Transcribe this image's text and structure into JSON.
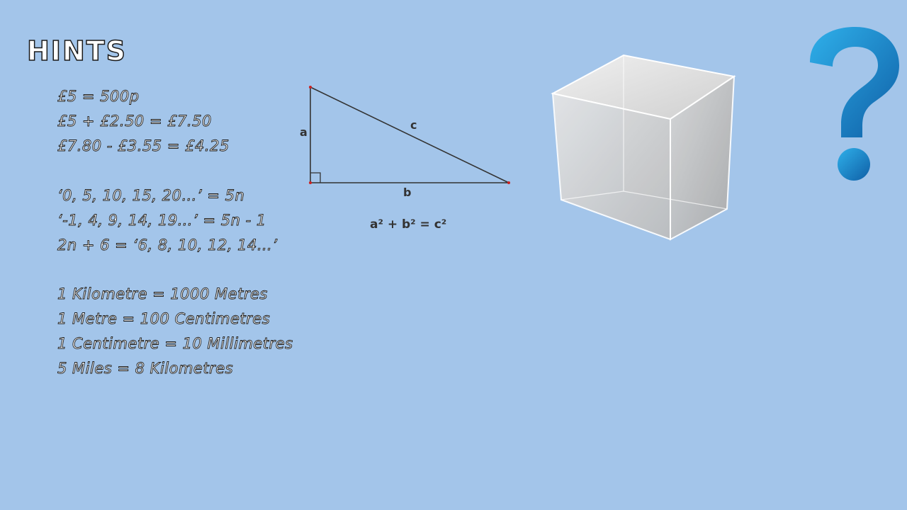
{
  "title": "HINTS",
  "hints": [
    "£5 = 500p",
    "£5 + £2.50 = £7.50",
    "£7.80 - £3.55 = £4.25",
    "‘0, 5, 10, 15, 20…’ = 5n",
    "‘-1, 4, 9, 14, 19…’ = 5n - 1",
    "2n + 6 = ‘6, 8, 10, 12, 14…’",
    "1 Kilometre = 1000 Metres",
    "1 Metre = 100 Centimetres",
    "1 Centimetre = 10 Millimetres",
    "5 Miles = 8 Kilometres"
  ],
  "triangle": {
    "label_a": "a",
    "label_b": "b",
    "label_c": "c",
    "formula": "a² + b² = c²"
  },
  "question_mark": "?",
  "colors": {
    "background": "#a3c5ea",
    "question_mark": "#1e86c8"
  }
}
